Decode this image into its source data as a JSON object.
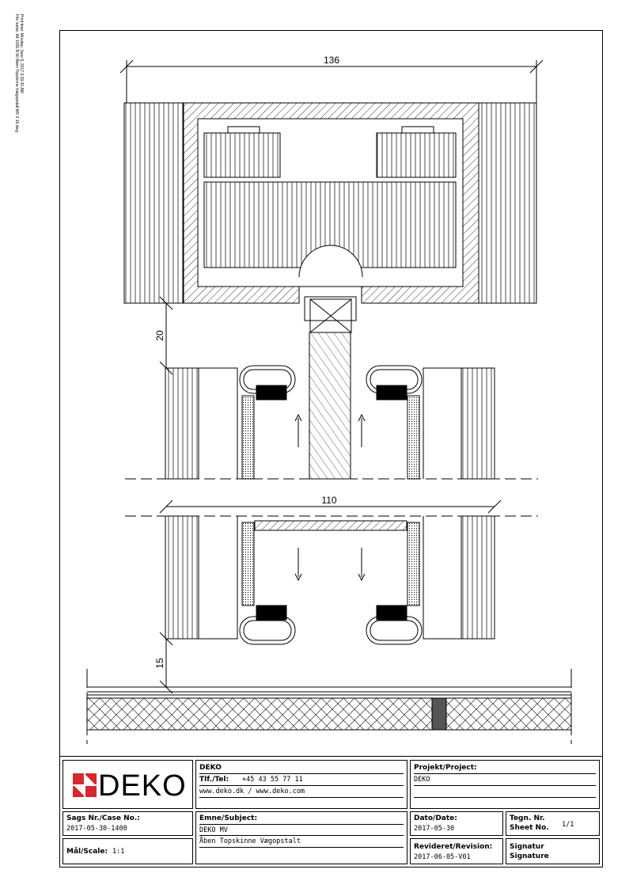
{
  "side_note": {
    "line1": "Print time: Monday, June 5, 2017 9:39:30 AM",
    "line2": "File name: A8 1006 B 60 Åben Topskinne Vægopstalt MV 2 16.dwg"
  },
  "drawing": {
    "dimensions": {
      "top_width": "136",
      "gap_top": "20",
      "inner_width": "110",
      "gap_bottom": "15"
    }
  },
  "title_block": {
    "logo": "DEKO",
    "company": {
      "name": "DEKO",
      "tel_label": "Tlf./Tel:",
      "tel_value": "+45 43 55 77 11",
      "web": "www.deko.dk / www.deko.com"
    },
    "project": {
      "label": "Projekt/Project:",
      "value": "DEKO"
    },
    "case": {
      "label": "Sags Nr./Case No.:",
      "value": "2017-05-30-1400"
    },
    "scale": {
      "label": "Mål/Scale:",
      "value": "1:1"
    },
    "subject": {
      "label": "Emne/Subject:",
      "line1": "DEKO MV",
      "line2": "Åben Topskinne Vægopstalt"
    },
    "date": {
      "label": "Dato/Date:",
      "value": "2017-05-30"
    },
    "revision": {
      "label": "Revideret/Revision:",
      "value": "2017-06-05-V01"
    },
    "sheet": {
      "label1": "Tegn. Nr.",
      "label2": "Sheet No.",
      "value": "1/1"
    },
    "signature": {
      "label1": "Signatur",
      "label2": "Signature"
    }
  },
  "colors": {
    "ink": "#000000",
    "logo_red": "#d7282f",
    "paper": "#ffffff"
  }
}
